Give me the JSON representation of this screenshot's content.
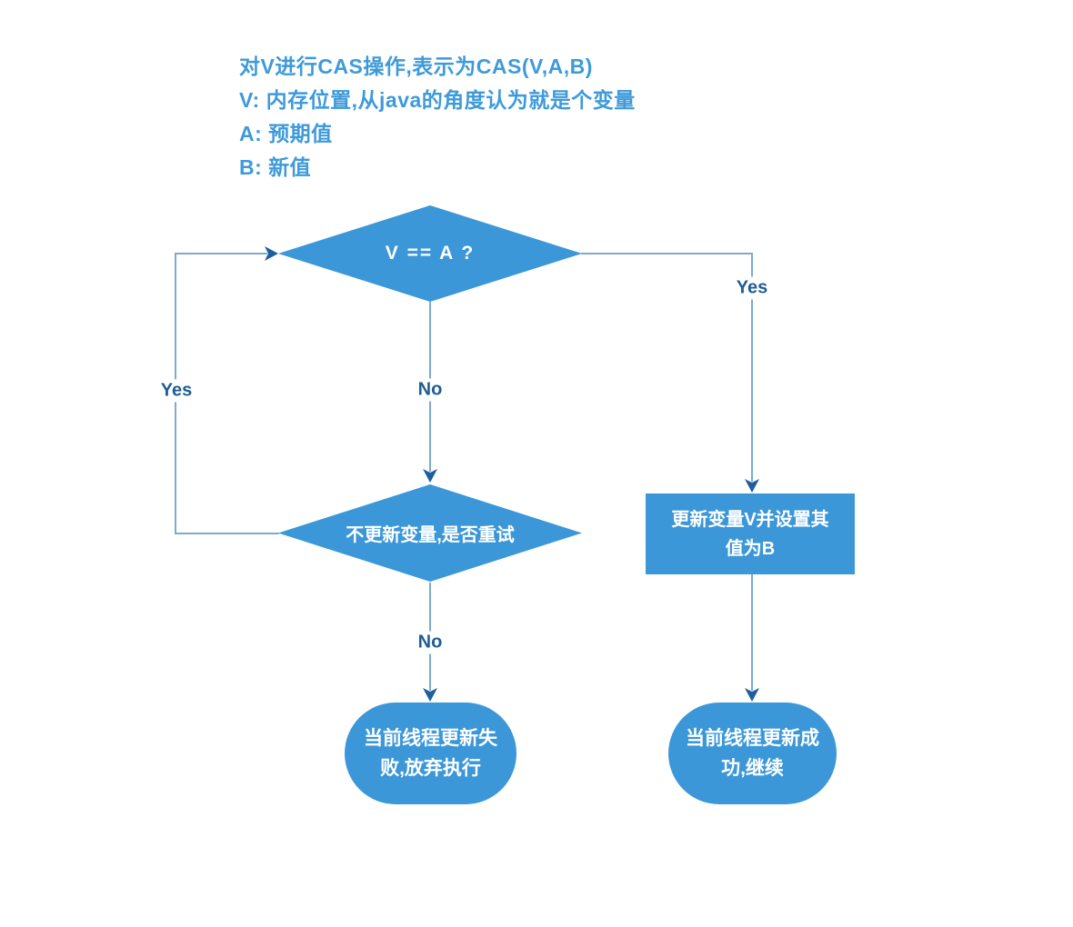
{
  "note": {
    "lines": [
      "对V进行CAS操作,表示为CAS(V,A,B)",
      "V: 内存位置,从java的角度认为就是个变量",
      "A: 预期值",
      "B: 新值"
    ]
  },
  "nodes": {
    "decision1": "V == A ?",
    "decision2": "不更新变量,是否重试",
    "update": "更新变量V并设置其值为B",
    "fail": "当前线程更新失败,放弃执行",
    "success": "当前线程更新成功,继续"
  },
  "labels": {
    "yes_right": "Yes",
    "yes_left": "Yes",
    "no_top": "No",
    "no_bottom": "No"
  },
  "colors": {
    "shape_fill": "#3B97D8",
    "line": "#7FA9CE",
    "arrow": "#1E5E9C",
    "label_text": "#1F5D92",
    "note_text": "#3E9ADA",
    "shape_text": "#FFFFFF"
  }
}
